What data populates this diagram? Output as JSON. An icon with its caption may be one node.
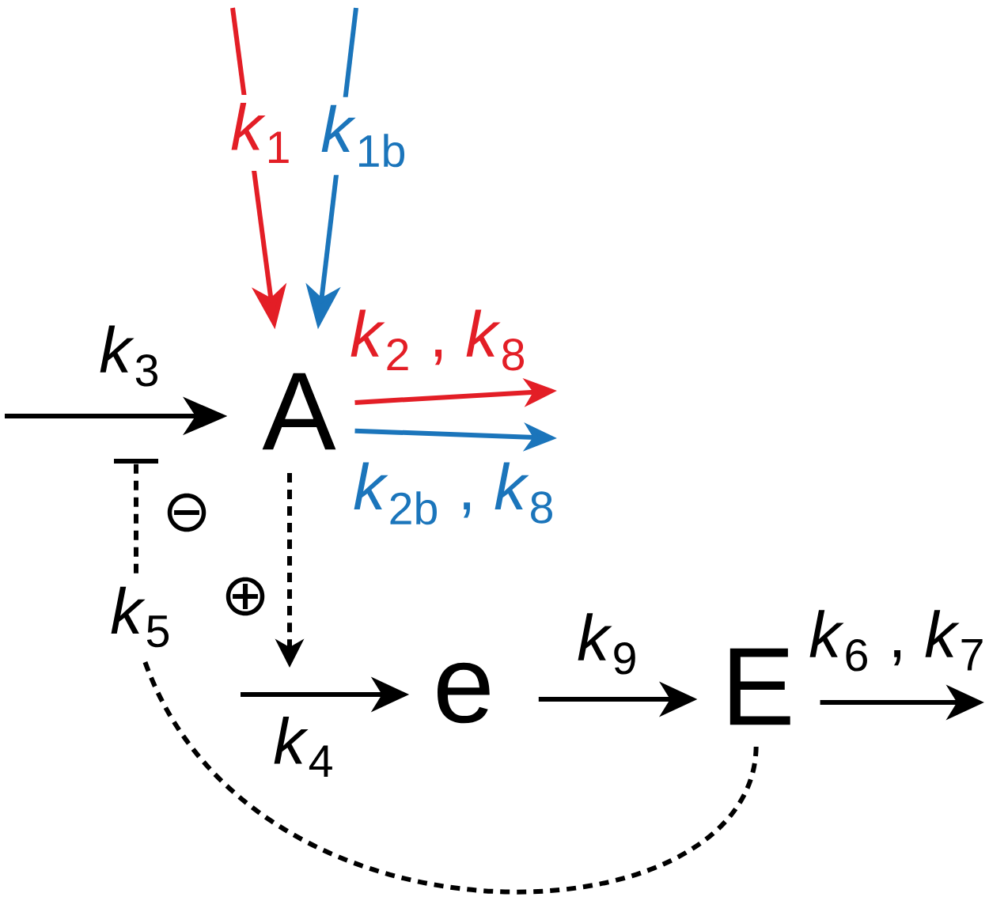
{
  "diagram": {
    "nodes": [
      {
        "text": [
          "A"
        ]
      },
      {
        "text": [
          "e"
        ]
      },
      {
        "text": [
          "E"
        ]
      }
    ],
    "edges": [
      {
        "from": null,
        "to": 0,
        "arrow": "to",
        "label": "*k*$_{3}$"
      },
      {
        "from": null,
        "to": 0,
        "arrow": "to",
        "label": "*k*$_{1}$",
        "color": "#e31e26"
      },
      {
        "from": null,
        "to": 0,
        "arrow": "to",
        "label": "*k*$_{1b}$",
        "color": "#1b75bb"
      },
      {
        "from": 0,
        "to": null,
        "arrow": "to",
        "label": "*k*$_{2}$ , *k*$_{8}$",
        "color": "#e31e26"
      },
      {
        "from": 0,
        "to": null,
        "arrow": "to",
        "label": "*k*$_{2b}$ , *k*$_{8}$",
        "color": "#1b75bb"
      },
      {
        "from": 0,
        "to": null,
        "arrow": "to",
        "style": "dashed"
      },
      {
        "from": null,
        "to": 1,
        "arrow": "to",
        "label": "*k*$_{4}$"
      },
      {
        "from": 1,
        "to": 2,
        "arrow": "to",
        "label": "*k*$_{9}$"
      },
      {
        "from": 2,
        "to": null,
        "arrow": "to",
        "label": "*k*$_{6}$ , *k*$_{7}$"
      },
      {
        "from": 2,
        "to": null,
        "arrow": "other",
        "style": "dashed",
        "label": "*k*$_{5}$"
      }
    ],
    "labels": [
      "⊖",
      "⊕"
    ]
  }
}
